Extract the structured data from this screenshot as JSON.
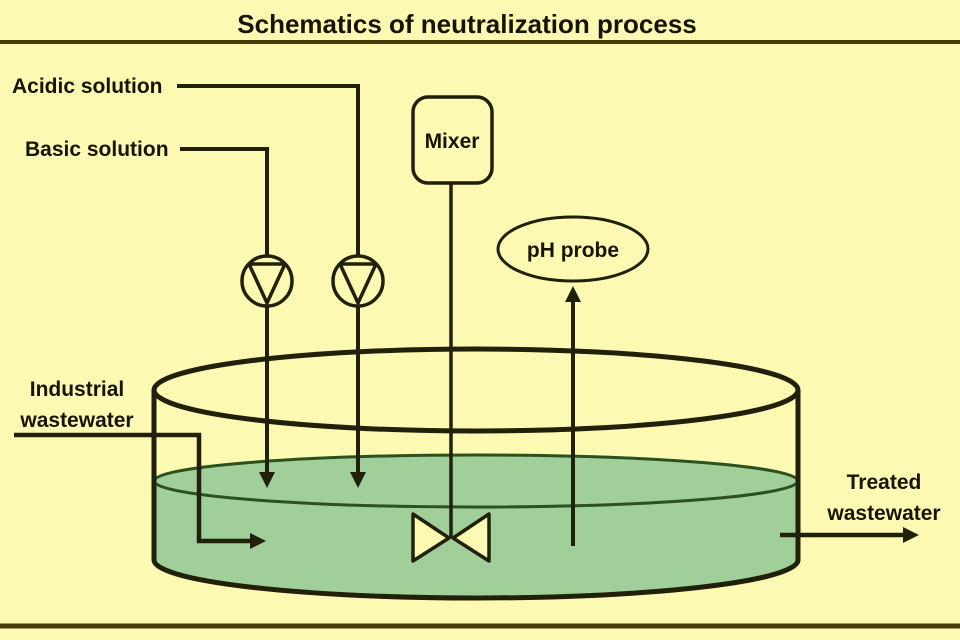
{
  "title": "Schematics of neutralization process",
  "colors": {
    "background": "#fcf9b2",
    "liquid": "#a1cf99",
    "liquid_edge": "#2b511f",
    "line": "#21200b",
    "divider": "#453a08",
    "text": "#181403"
  },
  "labels": {
    "acidic_solution": "Acidic solution",
    "basic_solution": "Basic solution",
    "industrial_line1": "Industrial",
    "industrial_line2": "wastewater",
    "treated_line1": "Treated",
    "treated_line2": "wastewater",
    "mixer": "Mixer",
    "ph_probe": "pH probe"
  }
}
